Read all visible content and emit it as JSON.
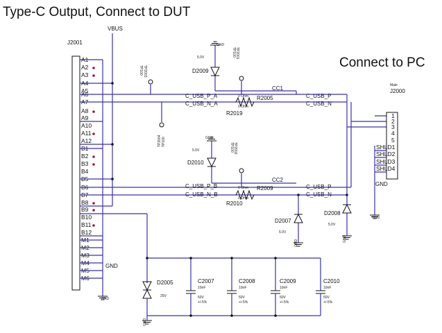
{
  "title_left": "Type-C Output, Connect to DUT",
  "title_right": "Connect to PC",
  "j2001": {
    "ref": "J2001",
    "pins": [
      "A1",
      "A2",
      "A3",
      "A4",
      "A5",
      "A6",
      "A7",
      "A8",
      "A9",
      "A10",
      "A11",
      "A12",
      "B1",
      "B2",
      "B3",
      "B4",
      "B5",
      "B6",
      "B7",
      "B8",
      "B9",
      "B10",
      "B11",
      "B12",
      "M1",
      "M2",
      "M3",
      "M4",
      "M5",
      "M6"
    ]
  },
  "j2000": {
    "ref": "J2000",
    "value": "Male",
    "pins": [
      "1",
      "2",
      "3",
      "4",
      "5",
      "SHLD1",
      "SHLD2",
      "SHLD3",
      "SHLD4"
    ]
  },
  "nets": {
    "vbus": "VBUS",
    "cc1": "CC1",
    "cc2": "CC2",
    "c_usb_p_a": "C_USB_P_A",
    "c_usb_n_a": "C_USB_N_A",
    "c_usb_p_b": "C_USB_P_B",
    "c_usb_n_b": "C_USB_N_B",
    "c_usb_p_1": "C_USB_P",
    "c_usb_n_1": "C_USB_N",
    "c_usb_p_2": "C_USB_P",
    "c_usb_n_2": "C_USB_N",
    "gnd_j2001": "GND",
    "gnd_j2000": "GND",
    "gnd": "GND"
  },
  "resistors": [
    {
      "ref": "R2005",
      "value": "0 Ohm"
    },
    {
      "ref": "R2019",
      "value": "0 Ohm"
    },
    {
      "ref": "R2009",
      "value": "0 Ohm"
    },
    {
      "ref": "R2010",
      "value": "0 Ohm"
    }
  ],
  "test_points": [
    {
      "ref": "TP2003",
      "value": "TP100"
    },
    {
      "ref": "TP2001",
      "value": "TP100"
    },
    {
      "ref": "TP2004",
      "value": "TP100"
    },
    {
      "ref": "TP2002",
      "value": "TP100"
    }
  ],
  "diodes": [
    {
      "ref": "D2009",
      "value": "5.0V"
    },
    {
      "ref": "D2010",
      "value": "5.0V"
    },
    {
      "ref": "D2007",
      "value": "5.0V"
    },
    {
      "ref": "D2008",
      "value": "5.0V"
    },
    {
      "ref": "D2005",
      "value": "25V"
    }
  ],
  "capacitors": [
    {
      "ref": "C2007",
      "value": "10nF",
      "voltage": "50V",
      "tolerance": "+/-5%"
    },
    {
      "ref": "C2008",
      "value": "10nF",
      "voltage": "50V",
      "tolerance": "+/-5%"
    },
    {
      "ref": "C2009",
      "value": "10nF",
      "voltage": "50V",
      "tolerance": "+/-5%"
    },
    {
      "ref": "C2010",
      "value": "10nF",
      "voltage": "50V",
      "tolerance": "+/-5%"
    }
  ],
  "colors": {
    "wire": "#3a2fb0",
    "component": "#111111",
    "pin_dot": "#8b2040"
  }
}
